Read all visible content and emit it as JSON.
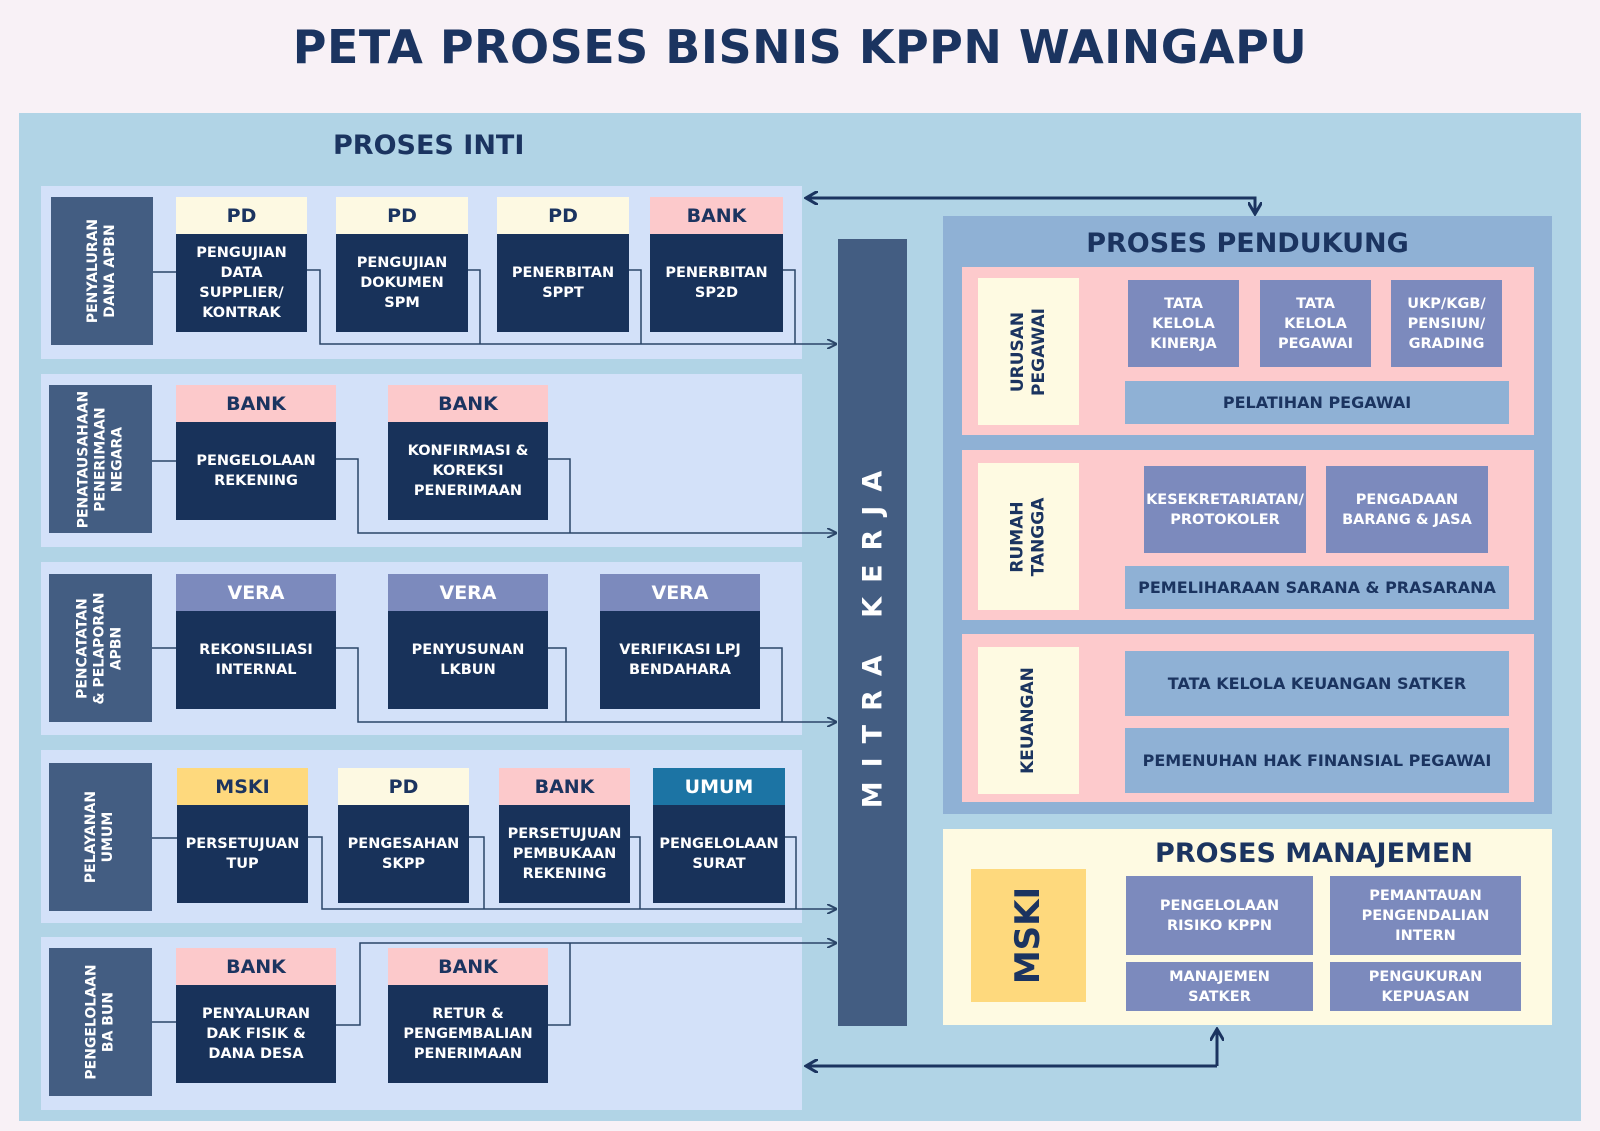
{
  "main_title": "PETA PROSES BISNIS KPPN WAINGAPU",
  "proses_inti": {
    "title": "PROSES INTI",
    "rows": [
      {
        "label": "PENYALURAN\nDANA APBN",
        "processes": [
          {
            "tag": "PD",
            "name": "PENGUJIAN\nDATA\nSUPPLIER/\nKONTRAK"
          },
          {
            "tag": "PD",
            "name": "PENGUJIAN\nDOKUMEN\nSPM"
          },
          {
            "tag": "PD",
            "name": "PENERBITAN\nSPPT"
          },
          {
            "tag": "BANK",
            "name": "PENERBITAN\nSP2D"
          }
        ]
      },
      {
        "label": "PENATAUSAHAAN\nPENERIMAAN\nNEGARA",
        "processes": [
          {
            "tag": "BANK",
            "name": "PENGELOLAAN\nREKENING"
          },
          {
            "tag": "BANK",
            "name": "KONFIRMASI &\nKOREKSI\nPENERIMAAN"
          }
        ]
      },
      {
        "label": "PENCATATAN\n& PELAPORAN\nAPBN",
        "processes": [
          {
            "tag": "VERA",
            "name": "REKONSILIASI\nINTERNAL"
          },
          {
            "tag": "VERA",
            "name": "PENYUSUNAN\nLKBUN"
          },
          {
            "tag": "VERA",
            "name": "VERIFIKASI LPJ\nBENDAHARA"
          }
        ]
      },
      {
        "label": "PELAYANAN\nUMUM",
        "processes": [
          {
            "tag": "MSKI",
            "name": "PERSETUJUAN\nTUP"
          },
          {
            "tag": "PD",
            "name": "PENGESAHAN\nSKPP"
          },
          {
            "tag": "BANK",
            "name": "PERSETUJUAN\nPEMBUKAAN\nREKENING"
          },
          {
            "tag": "UMUM",
            "name": "PENGELOLAAN\nSURAT"
          }
        ]
      },
      {
        "label": "PENGELOLAAN\nBA BUN",
        "processes": [
          {
            "tag": "BANK",
            "name": "PENYALURAN\nDAK FISIK &\nDANA DESA"
          },
          {
            "tag": "BANK",
            "name": "RETUR &\nPENGEMBALIAN\nPENERIMAAN"
          }
        ]
      }
    ]
  },
  "mitra_kerja": "MITRA KERJA",
  "proses_pendukung": {
    "title": "PROSES PENDUKUNG",
    "groups": [
      {
        "label": "URUSAN\nPEGAWAI",
        "items": [
          "TATA\nKELOLA\nKINERJA",
          "TATA\nKELOLA\nPEGAWAI",
          "UKP/KGB/\nPENSIUN/\nGRADING",
          "PELATIHAN PEGAWAI"
        ]
      },
      {
        "label": "RUMAH\nTANGGA",
        "items": [
          "KESEKRETARIATAN/\nPROTOKOLER",
          "PENGADAAN\nBARANG & JASA",
          "PEMELIHARAAN SARANA & PRASARANA"
        ]
      },
      {
        "label": "KEUANGAN",
        "items": [
          "TATA KELOLA KEUANGAN SATKER",
          "PEMENUHAN HAK FINANSIAL PEGAWAI"
        ]
      }
    ]
  },
  "proses_manajemen": {
    "title": "PROSES MANAJEMEN",
    "mski_label": "MSKI",
    "items": [
      "PENGELOLAAN\nRISIKO KPPN",
      "PEMANTAUAN\nPENGENDALIAN\nINTERN",
      "MANAJEMEN\nSATKER",
      "PENGUKURAN\nKEPUASAN"
    ]
  },
  "colors": {
    "background": "#f8f1f6",
    "outer_panel": "#b1d4e6",
    "row_panel": "#d3e1f9",
    "row_label": "#435d82",
    "process_box": "#18325a",
    "tag_pd": "#fdf9e2",
    "tag_bank": "#fcc9cb",
    "tag_vera": "#7c8abd",
    "tag_mski": "#fed97d",
    "tag_umum": "#1c74a4",
    "title_text": "#1b3460"
  }
}
